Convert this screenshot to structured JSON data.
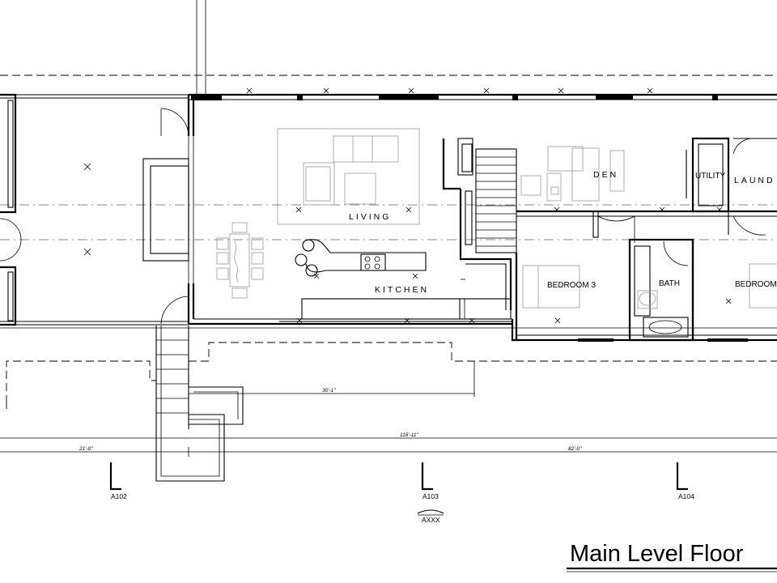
{
  "plan_title": "Main Level Floor",
  "rooms": {
    "living": "LIVING",
    "kitchen": "KITCHEN",
    "den": "DEN",
    "utility": "UTILITY",
    "laundry": "LAUND",
    "bedroom3": "BEDROOM 3",
    "bath": "BATH",
    "bedroom": "BEDROOM"
  },
  "dimensions": {
    "d1": "30'-1\"",
    "d2": "116'-11\"",
    "d3": "21'-0\"",
    "d4": "82'-0\""
  },
  "section_markers": {
    "m1": "A102",
    "m2": "A103",
    "m3": "A104",
    "m4": "AXXX"
  }
}
